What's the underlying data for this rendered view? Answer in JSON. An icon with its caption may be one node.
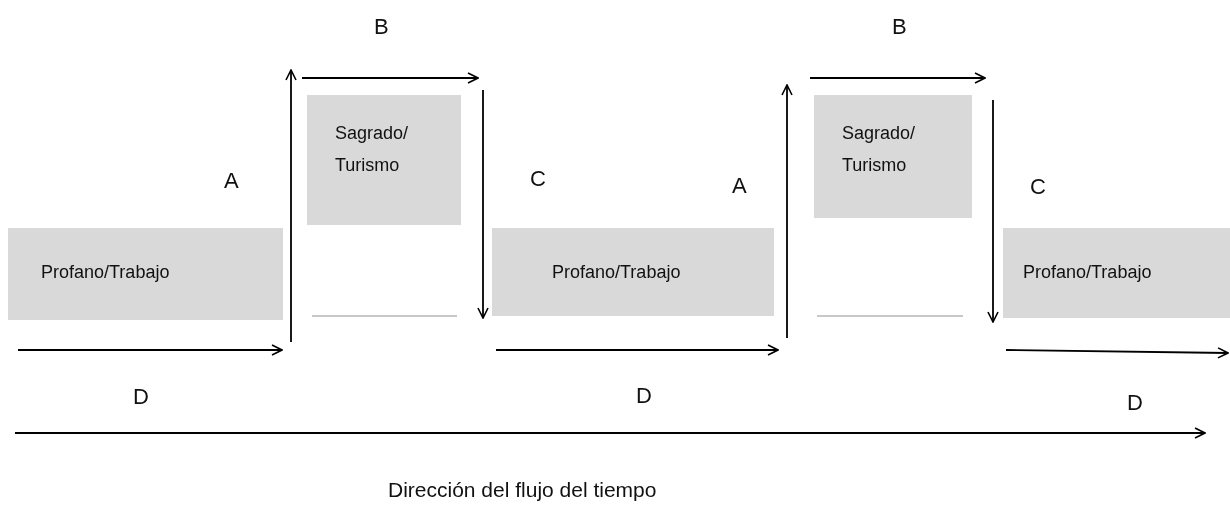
{
  "diagram": {
    "nodes": [
      {
        "text": [
          "Profano/Trabajo"
        ]
      },
      {
        "text": [
          "Sagrado/ Turismo"
        ]
      },
      {
        "text": [
          "Profano/Trabajo"
        ]
      },
      {
        "text": [
          "Sagrado/ Turismo"
        ]
      },
      {
        "text": [
          "Profano/Trabajo"
        ]
      }
    ],
    "labels": [
      "B",
      "B",
      "A",
      "C",
      "A",
      "C",
      "D",
      "D",
      "D",
      "Dirección del flujo del tiempo"
    ]
  }
}
